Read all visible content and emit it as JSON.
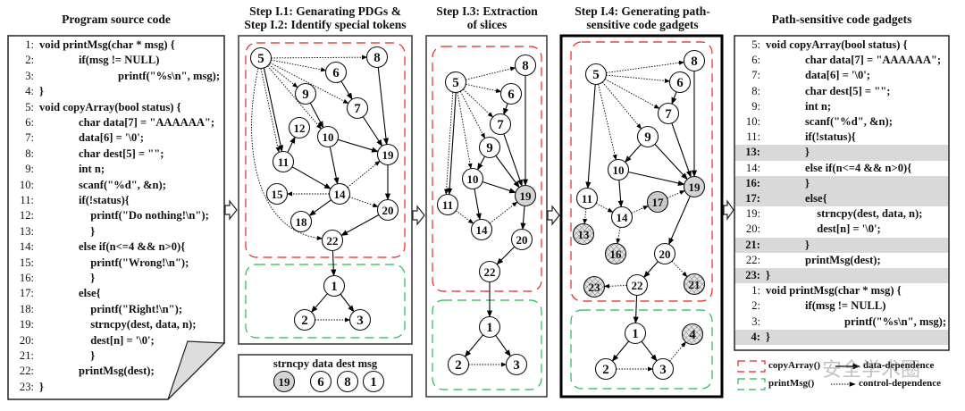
{
  "titles": {
    "source": "Program source code",
    "step1_line1": "Step I.1: Genarating PDGs  &",
    "step1_line2": "Step  I.2:  Identify special  tokens",
    "step3_line1": "Step I.3: Extraction",
    "step3_line2": "of slices",
    "step4_line1": "Step I.4: Generating path-",
    "step4_line2": "sensitive code gadgets",
    "gadgets": "Path-sensitive code gadgets"
  },
  "source_code": [
    {
      "n": "1:",
      "indent": 0,
      "text": "void printMsg(char * msg) {"
    },
    {
      "n": "2:",
      "indent": 1,
      "text": "if(msg != NULL)"
    },
    {
      "n": "3:",
      "indent": 2,
      "text": "printf(\"%s\\n\", msg);"
    },
    {
      "n": "4:",
      "indent": 0,
      "text": "}"
    },
    {
      "n": "5:",
      "indent": 0,
      "text": "void copyArray(bool status) {"
    },
    {
      "n": "6:",
      "indent": 1,
      "text": "char data[7] = \"AAAAAA\";"
    },
    {
      "n": "7:",
      "indent": 1,
      "text": "data[6] = '\\0';"
    },
    {
      "n": "8:",
      "indent": 1,
      "text": "char dest[5] = \"\";"
    },
    {
      "n": "9:",
      "indent": 1,
      "text": "int n;"
    },
    {
      "n": "10:",
      "indent": 1,
      "text": "scanf(\"%d\", &n);"
    },
    {
      "n": "11:",
      "indent": 1,
      "text": "if(!status){"
    },
    {
      "n": "12:",
      "indent": 1.3,
      "text": "printf(\"Do nothing!\\n\");"
    },
    {
      "n": "13:",
      "indent": 1.3,
      "text": "}"
    },
    {
      "n": "14:",
      "indent": 1,
      "text": "else if(n<=4 && n>0){"
    },
    {
      "n": "15:",
      "indent": 1.3,
      "text": "printf(\"Wrong!\\n\");"
    },
    {
      "n": "16:",
      "indent": 1.3,
      "text": "}"
    },
    {
      "n": "17:",
      "indent": 1,
      "text": "else{"
    },
    {
      "n": "18:",
      "indent": 1.3,
      "text": "printf(\"Right!\\n\");"
    },
    {
      "n": "19:",
      "indent": 1.3,
      "text": "strncpy(dest, data, n);"
    },
    {
      "n": "20:",
      "indent": 1.3,
      "text": "dest[n] = '\\0';"
    },
    {
      "n": "21:",
      "indent": 1.3,
      "text": "}"
    },
    {
      "n": "22:",
      "indent": 1,
      "text": "printMsg(dest);"
    },
    {
      "n": "23:",
      "indent": 0,
      "text": "}"
    }
  ],
  "gadget_code": [
    {
      "n": "5:",
      "indent": 0,
      "text": "void copyArray(bool status) {",
      "hl": false
    },
    {
      "n": "6:",
      "indent": 1,
      "text": "char data[7] = \"AAAAAA\";",
      "hl": false
    },
    {
      "n": "7:",
      "indent": 1,
      "text": "data[6] = '\\0';",
      "hl": false
    },
    {
      "n": "8:",
      "indent": 1,
      "text": "char dest[5] = \"\";",
      "hl": false
    },
    {
      "n": "9:",
      "indent": 1,
      "text": "int n;",
      "hl": false
    },
    {
      "n": "10:",
      "indent": 1,
      "text": "scanf(\"%d\", &n);",
      "hl": false
    },
    {
      "n": "11:",
      "indent": 1,
      "text": "if(!status){",
      "hl": false
    },
    {
      "n": "13:",
      "indent": 1,
      "text": "}",
      "hl": true
    },
    {
      "n": "14:",
      "indent": 1,
      "text": "else if(n<=4 && n>0){",
      "hl": false
    },
    {
      "n": "16:",
      "indent": 1,
      "text": "}",
      "hl": true
    },
    {
      "n": "17:",
      "indent": 1,
      "text": "else{",
      "hl": true
    },
    {
      "n": "19:",
      "indent": 1.3,
      "text": "strncpy(dest, data, n);",
      "hl": false
    },
    {
      "n": "20:",
      "indent": 1.3,
      "text": "dest[n] = '\\0';",
      "hl": false
    },
    {
      "n": "21:",
      "indent": 1,
      "text": "}",
      "hl": true
    },
    {
      "n": "22:",
      "indent": 1,
      "text": "printMsg(dest);",
      "hl": false
    },
    {
      "n": "23:",
      "indent": 0,
      "text": "}",
      "hl": true
    },
    {
      "n": "1:",
      "indent": 0,
      "text": "void printMsg(char * msg) {",
      "hl": false
    },
    {
      "n": "2:",
      "indent": 1,
      "text": "if(msg != NULL)",
      "hl": false
    },
    {
      "n": "3:",
      "indent": 2,
      "text": "printf(\"%s\\n\", msg);",
      "hl": false
    },
    {
      "n": "4:",
      "indent": 0,
      "text": "}",
      "hl": true
    }
  ],
  "tokens": {
    "label": "strncpy data dest msg",
    "nodes": [
      {
        "id": "19",
        "style": "highlighted"
      },
      {
        "id": "6",
        "style": "normal"
      },
      {
        "id": "8",
        "style": "normal"
      },
      {
        "id": "1",
        "style": "normal"
      }
    ]
  },
  "graphs": [
    {
      "name": "pdg",
      "nodes": [
        {
          "id": "5"
        },
        {
          "id": "8"
        },
        {
          "id": "6"
        },
        {
          "id": "9"
        },
        {
          "id": "7"
        },
        {
          "id": "12"
        },
        {
          "id": "10"
        },
        {
          "id": "11"
        },
        {
          "id": "19"
        },
        {
          "id": "15"
        },
        {
          "id": "14"
        },
        {
          "id": "20"
        },
        {
          "id": "18"
        },
        {
          "id": "22"
        },
        {
          "id": "1"
        },
        {
          "id": "2"
        },
        {
          "id": "3"
        }
      ],
      "edges": [
        [
          "5",
          "8",
          "control"
        ],
        [
          "5",
          "6",
          "control"
        ],
        [
          "5",
          "9",
          "control"
        ],
        [
          "5",
          "7",
          "control"
        ],
        [
          "5",
          "10",
          "control"
        ],
        [
          "5",
          "11",
          "data"
        ],
        [
          "5",
          "11",
          "control"
        ],
        [
          "5",
          "22",
          "control"
        ],
        [
          "6",
          "7",
          "data"
        ],
        [
          "9",
          "10",
          "data"
        ],
        [
          "8",
          "19",
          "data"
        ],
        [
          "7",
          "19",
          "data"
        ],
        [
          "10",
          "19",
          "data"
        ],
        [
          "10",
          "14",
          "data"
        ],
        [
          "11",
          "12",
          "data"
        ],
        [
          "11",
          "14",
          "data"
        ],
        [
          "14",
          "19",
          "control"
        ],
        [
          "14",
          "15",
          "control"
        ],
        [
          "14",
          "18",
          "data"
        ],
        [
          "14",
          "20",
          "control"
        ],
        [
          "19",
          "20",
          "data"
        ],
        [
          "20",
          "22",
          "data"
        ],
        [
          "22",
          "1",
          "data"
        ],
        [
          "1",
          "2",
          "data"
        ],
        [
          "1",
          "3",
          "data"
        ],
        [
          "2",
          "3",
          "control"
        ]
      ]
    },
    {
      "name": "slice",
      "nodes": [
        {
          "id": "5"
        },
        {
          "id": "8"
        },
        {
          "id": "6"
        },
        {
          "id": "7"
        },
        {
          "id": "9"
        },
        {
          "id": "10"
        },
        {
          "id": "19",
          "style": "highlighted"
        },
        {
          "id": "11"
        },
        {
          "id": "14"
        },
        {
          "id": "20"
        },
        {
          "id": "22"
        },
        {
          "id": "1"
        },
        {
          "id": "2"
        },
        {
          "id": "3"
        }
      ],
      "edges": [
        [
          "5",
          "8",
          "control"
        ],
        [
          "5",
          "6",
          "control"
        ],
        [
          "5",
          "7",
          "control"
        ],
        [
          "5",
          "9",
          "control"
        ],
        [
          "5",
          "10",
          "control"
        ],
        [
          "5",
          "11",
          "data"
        ],
        [
          "5",
          "11",
          "control"
        ],
        [
          "6",
          "7",
          "data"
        ],
        [
          "8",
          "19",
          "data"
        ],
        [
          "7",
          "19",
          "data"
        ],
        [
          "9",
          "19",
          "data"
        ],
        [
          "9",
          "10",
          "data"
        ],
        [
          "10",
          "19",
          "data"
        ],
        [
          "10",
          "14",
          "data"
        ],
        [
          "11",
          "14",
          "control"
        ],
        [
          "14",
          "19",
          "control"
        ],
        [
          "19",
          "20",
          "data"
        ],
        [
          "20",
          "22",
          "data"
        ],
        [
          "22",
          "1",
          "data"
        ],
        [
          "1",
          "2",
          "data"
        ],
        [
          "1",
          "3",
          "data"
        ],
        [
          "2",
          "3",
          "control"
        ]
      ]
    },
    {
      "name": "gadget",
      "nodes": [
        {
          "id": "5"
        },
        {
          "id": "8"
        },
        {
          "id": "6"
        },
        {
          "id": "7"
        },
        {
          "id": "9"
        },
        {
          "id": "10"
        },
        {
          "id": "19",
          "style": "highlighted"
        },
        {
          "id": "11"
        },
        {
          "id": "17",
          "style": "added-highlighted"
        },
        {
          "id": "14"
        },
        {
          "id": "13",
          "style": "added"
        },
        {
          "id": "16",
          "style": "added"
        },
        {
          "id": "20"
        },
        {
          "id": "22"
        },
        {
          "id": "23",
          "style": "added"
        },
        {
          "id": "21",
          "style": "added"
        },
        {
          "id": "1"
        },
        {
          "id": "2"
        },
        {
          "id": "3"
        },
        {
          "id": "4",
          "style": "added"
        }
      ],
      "edges": [
        [
          "5",
          "8",
          "control"
        ],
        [
          "5",
          "6",
          "control"
        ],
        [
          "5",
          "7",
          "control"
        ],
        [
          "5",
          "9",
          "control"
        ],
        [
          "5",
          "10",
          "control"
        ],
        [
          "5",
          "11",
          "data"
        ],
        [
          "6",
          "7",
          "data"
        ],
        [
          "8",
          "19",
          "data"
        ],
        [
          "7",
          "19",
          "data"
        ],
        [
          "9",
          "19",
          "data"
        ],
        [
          "9",
          "10",
          "data"
        ],
        [
          "10",
          "19",
          "data"
        ],
        [
          "10",
          "14",
          "data"
        ],
        [
          "11",
          "14",
          "control"
        ],
        [
          "11",
          "13",
          "control"
        ],
        [
          "14",
          "17",
          "control"
        ],
        [
          "17",
          "19",
          "control"
        ],
        [
          "14",
          "16",
          "control"
        ],
        [
          "19",
          "20",
          "data"
        ],
        [
          "20",
          "21",
          "control"
        ],
        [
          "20",
          "22",
          "data"
        ],
        [
          "22",
          "23",
          "control"
        ],
        [
          "22",
          "1",
          "data"
        ],
        [
          "1",
          "2",
          "data"
        ],
        [
          "1",
          "3",
          "data"
        ],
        [
          "2",
          "3",
          "control"
        ],
        [
          "3",
          "4",
          "control"
        ]
      ]
    }
  ],
  "legend": {
    "copyarray": "copyArray()",
    "printmsg": "printMsg()",
    "data_dep": "data-dependence",
    "control_dep": "control-dependence"
  },
  "watermark": "安全学术圈",
  "colors": {
    "copyarray_box": "#ee2222",
    "printmsg_box": "#22bb55",
    "highlight": "#d9d9d9",
    "node_gray": "#d4d4d4"
  }
}
